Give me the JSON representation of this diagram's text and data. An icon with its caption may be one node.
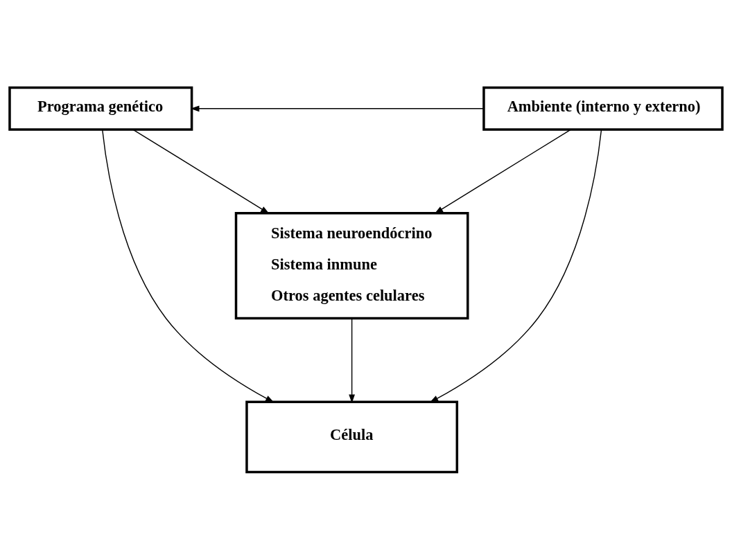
{
  "diagram": {
    "nodes": [
      {
        "text": [
          "Programa genético"
        ]
      },
      {
        "text": [
          "Ambiente (interno y externo)"
        ]
      },
      {
        "text": [
          "Sistema neuroendócrino",
          "Sistema inmune",
          "Otros agentes celulares"
        ]
      },
      {
        "text": [
          "Célula"
        ]
      }
    ],
    "edges": [
      {
        "from": 1,
        "to": 0,
        "arrow": "to"
      },
      {
        "from": 0,
        "to": 2,
        "arrow": "to"
      },
      {
        "from": 1,
        "to": 2,
        "arrow": "to"
      },
      {
        "from": 0,
        "to": 3,
        "arrow": "to"
      },
      {
        "from": 1,
        "to": 3,
        "arrow": "to"
      },
      {
        "from": 2,
        "to": 3,
        "arrow": "to"
      }
    ]
  }
}
